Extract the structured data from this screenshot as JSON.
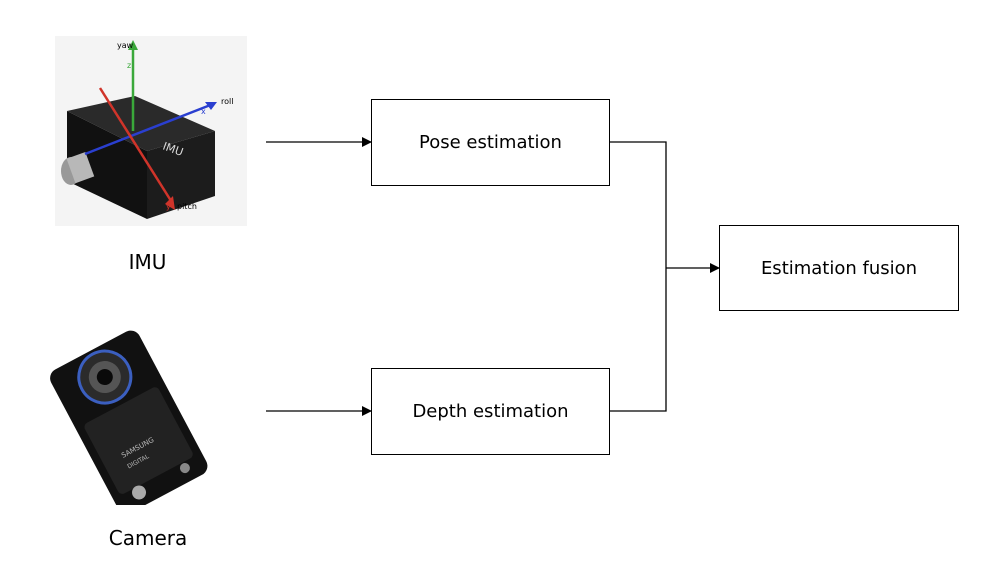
{
  "inputs": {
    "imu": {
      "caption": "IMU",
      "image": {
        "device_text": "IMU",
        "axes": [
          {
            "name": "yaw",
            "axis": "z",
            "color": "#3aa83a"
          },
          {
            "name": "roll",
            "axis": "x",
            "color": "#2a3fd0"
          },
          {
            "name": "pitch",
            "axis": "y",
            "color": "#d0342a"
          }
        ]
      }
    },
    "camera": {
      "caption": "Camera",
      "image": {
        "body_text": "SAMSUNG",
        "lens_text": "DIGITAL"
      }
    }
  },
  "process": {
    "pose": {
      "label": "Pose estimation"
    },
    "depth": {
      "label": "Depth estimation"
    }
  },
  "output": {
    "fusion": {
      "label": "Estimation fusion"
    }
  },
  "colors": {
    "line": "#000000",
    "background": "#ffffff"
  }
}
